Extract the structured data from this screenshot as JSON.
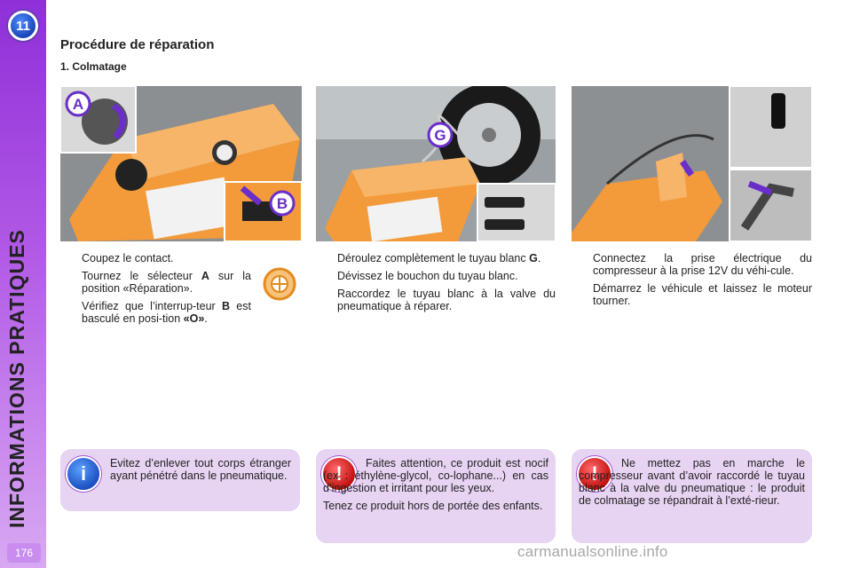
{
  "sidebar": {
    "chapter_number": "11",
    "title": "INFORMATIONS PRATIQUES",
    "page_number": "176"
  },
  "page_title": "Procédure de réparation",
  "section_title": "1. Colmatage",
  "photos": {
    "photo1": {
      "label_a": "A",
      "label_b": "B"
    },
    "photo2": {
      "label_g": "G"
    },
    "photo3": {}
  },
  "columns": {
    "left": [
      {
        "parts": [
          "Coupez le contact."
        ]
      },
      {
        "parts": [
          "Tournez le sélecteur ",
          "A",
          " sur la position «Réparation»."
        ]
      },
      {
        "parts": [
          "Vérifiez que l’interrup-teur ",
          "B",
          " est basculé en posi-tion ",
          "«O»",
          "."
        ]
      }
    ],
    "middle": [
      {
        "parts": [
          "Déroulez complètement le tuyau blanc ",
          "G",
          "."
        ]
      },
      {
        "parts": [
          "Dévissez le bouchon du tuyau blanc."
        ]
      },
      {
        "parts": [
          "Raccordez le tuyau blanc à la valve du pneumatique à réparer."
        ]
      }
    ],
    "right": [
      {
        "parts": [
          "Connectez la prise électrique du compresseur à la prise 12V du véhi-cule."
        ]
      },
      {
        "parts": [
          "Démarrez le véhicule et laissez le moteur tourner."
        ]
      }
    ]
  },
  "notes": {
    "info": {
      "text": "Evitez d’enlever tout corps étranger ayant pénétré dans le pneumatique."
    },
    "warning1": {
      "text1": "Faites attention, ce produit est nocif (ex : éthylène-glycol, co-lophane...) en cas d’ingestion et irritant pour les yeux.",
      "text2": "Tenez ce produit hors de portée des enfants."
    },
    "warning2": {
      "text": "Ne mettez pas en marche le compresseur avant d’avoir raccordé le tuyau blanc à la valve du pneumatique : le produit de colmatage se répandrait à l’exté-rieur."
    }
  },
  "icons": {
    "bullet": "",
    "info_icon": "i",
    "warning_icon": "!"
  },
  "colors": {
    "sidebar": "#a54fe0",
    "note_bg": "#e7d3f2",
    "compressor": "#f39a3a"
  },
  "watermark": "carmanualsonline.info"
}
